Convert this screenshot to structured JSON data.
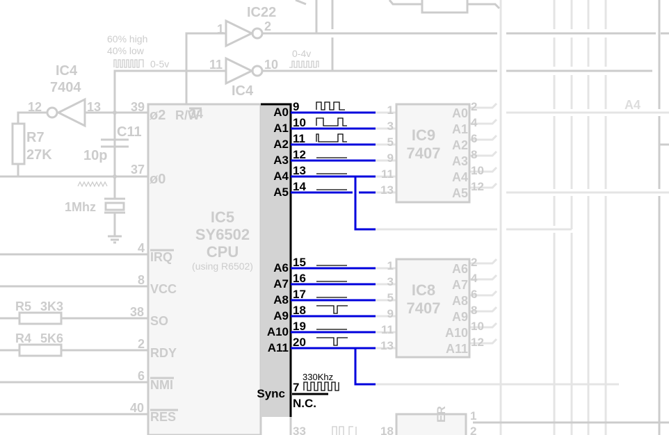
{
  "schematic": {
    "cpu": {
      "ref": "IC5",
      "part": "SY6502",
      "type": "CPU",
      "note": "(using R6502)",
      "left_pins": [
        {
          "num": "39",
          "name": "ø2"
        },
        {
          "num": "37",
          "name": "ø0"
        },
        {
          "num": "4",
          "name": "IRQ",
          "overbar": true
        },
        {
          "num": "8",
          "name": "VCC"
        },
        {
          "num": "38",
          "name": "SO"
        },
        {
          "num": "2",
          "name": "RDY"
        },
        {
          "num": "6",
          "name": "NMI",
          "overbar": true
        },
        {
          "num": "40",
          "name": "RES",
          "overbar": true
        }
      ],
      "top_pin": {
        "num": "34",
        "name": "R/W",
        "overbar_part": "W"
      },
      "address_pins": [
        {
          "name": "A0",
          "num": "9",
          "wave": "clock-fast"
        },
        {
          "name": "A1",
          "num": "10",
          "wave": "clock-mid"
        },
        {
          "name": "A2",
          "num": "11",
          "wave": "clock-slow"
        },
        {
          "name": "A3",
          "num": "12",
          "wave": "low"
        },
        {
          "name": "A4",
          "num": "13",
          "wave": "low"
        },
        {
          "name": "A5",
          "num": "14",
          "wave": "low"
        },
        {
          "name": "A6",
          "num": "15",
          "wave": "low"
        },
        {
          "name": "A7",
          "num": "16",
          "wave": "low"
        },
        {
          "name": "A8",
          "num": "17",
          "wave": "low"
        },
        {
          "name": "A9",
          "num": "18",
          "wave": "dip"
        },
        {
          "name": "A10",
          "num": "19",
          "wave": "low"
        },
        {
          "name": "A11",
          "num": "20",
          "wave": "dip"
        }
      ],
      "sync": {
        "name": "Sync",
        "num": "7",
        "freq": "330Khz",
        "nc": "N.C."
      },
      "bottom_pin": {
        "num": "33"
      }
    },
    "clock": {
      "inverter_ref": "IC4",
      "inverter_part": "7404",
      "inverter_in": "13",
      "inverter_out": "12",
      "resistor": {
        "ref": "R7",
        "value": "27K"
      },
      "capacitor": {
        "ref": "C11",
        "value": "10p"
      },
      "crystal": "1Mhz",
      "duty_high": "60% high",
      "duty_low": "40% low",
      "voltage_in": "0-5v",
      "voltage_out": "0-4v"
    },
    "gates": [
      {
        "ref": "IC22",
        "in": "1",
        "out": "2"
      },
      {
        "ref": "IC4",
        "in": "11",
        "out": "10"
      }
    ],
    "resistors": [
      {
        "ref": "R5",
        "value": "3K3"
      },
      {
        "ref": "R4",
        "value": "5K6"
      }
    ],
    "buffers": [
      {
        "ref": "IC9",
        "part": "7407",
        "in_pins": [
          "1",
          "3",
          "5",
          "9",
          "11",
          "13"
        ],
        "out_pins": [
          "2",
          "4",
          "6",
          "8",
          "10",
          "12"
        ],
        "outputs": [
          "A0",
          "A1",
          "A2",
          "A3",
          "A4",
          "A5"
        ]
      },
      {
        "ref": "IC8",
        "part": "7407",
        "in_pins": [
          "1",
          "3",
          "5",
          "9",
          "11",
          "13"
        ],
        "out_pins": [
          "2",
          "4",
          "6",
          "8",
          "10",
          "12"
        ],
        "outputs": [
          "A6",
          "A7",
          "A8",
          "A9",
          "A10",
          "A11"
        ]
      }
    ],
    "bottom_chip": {
      "in_pin": "18",
      "out_pins": [
        "1",
        "2"
      ],
      "label": "ER"
    },
    "bus_label": "A4",
    "colors": {
      "highlight": "#0000dd",
      "faded": "#cccccc",
      "ink": "#000000",
      "cpu_pins_bg": "#d3d3d3"
    }
  }
}
